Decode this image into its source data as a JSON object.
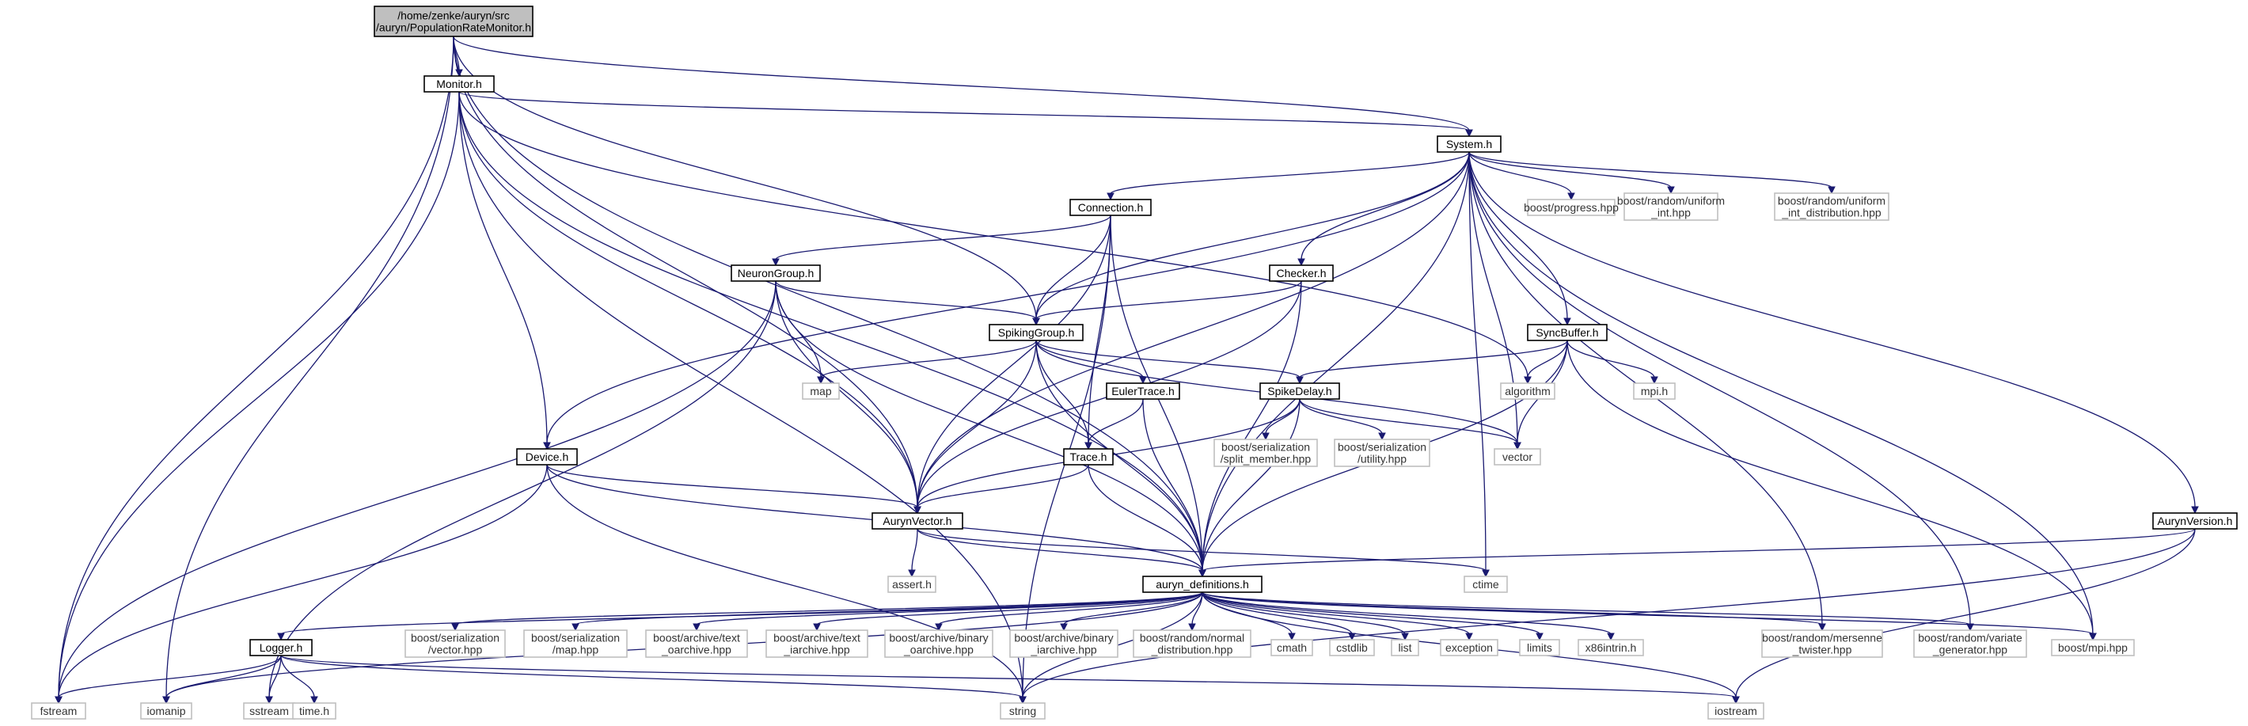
{
  "graph": {
    "nodes": [
      {
        "id": "root",
        "lines": [
          "/home/zenke/auryn/src",
          "/auryn/PopulationRateMonitor.h"
        ],
        "kind": "root"
      },
      {
        "id": "monitor",
        "lines": [
          "Monitor.h"
        ],
        "kind": "local"
      },
      {
        "id": "system",
        "lines": [
          "System.h"
        ],
        "kind": "local"
      },
      {
        "id": "connection",
        "lines": [
          "Connection.h"
        ],
        "kind": "local"
      },
      {
        "id": "neurongroup",
        "lines": [
          "NeuronGroup.h"
        ],
        "kind": "local"
      },
      {
        "id": "checker",
        "lines": [
          "Checker.h"
        ],
        "kind": "local"
      },
      {
        "id": "spikinggroup",
        "lines": [
          "SpikingGroup.h"
        ],
        "kind": "local"
      },
      {
        "id": "eulertrace",
        "lines": [
          "EulerTrace.h"
        ],
        "kind": "local"
      },
      {
        "id": "spikedelay",
        "lines": [
          "SpikeDelay.h"
        ],
        "kind": "local"
      },
      {
        "id": "syncbuffer",
        "lines": [
          "SyncBuffer.h"
        ],
        "kind": "local"
      },
      {
        "id": "device",
        "lines": [
          "Device.h"
        ],
        "kind": "local"
      },
      {
        "id": "trace",
        "lines": [
          "Trace.h"
        ],
        "kind": "local"
      },
      {
        "id": "aurynvector",
        "lines": [
          "AurynVector.h"
        ],
        "kind": "local"
      },
      {
        "id": "aurynversion",
        "lines": [
          "AurynVersion.h"
        ],
        "kind": "local"
      },
      {
        "id": "defs",
        "lines": [
          "auryn_definitions.h"
        ],
        "kind": "local"
      },
      {
        "id": "logger",
        "lines": [
          "Logger.h"
        ],
        "kind": "local"
      },
      {
        "id": "progress",
        "lines": [
          "boost/progress.hpp"
        ],
        "kind": "ext"
      },
      {
        "id": "uniform_int",
        "lines": [
          "boost/random/uniform",
          "_int.hpp"
        ],
        "kind": "ext"
      },
      {
        "id": "uniform_int_dist",
        "lines": [
          "boost/random/uniform",
          "_int_distribution.hpp"
        ],
        "kind": "ext"
      },
      {
        "id": "map",
        "lines": [
          "map"
        ],
        "kind": "ext"
      },
      {
        "id": "algorithm",
        "lines": [
          "algorithm"
        ],
        "kind": "ext"
      },
      {
        "id": "mpi_h",
        "lines": [
          "mpi.h"
        ],
        "kind": "ext"
      },
      {
        "id": "split_member",
        "lines": [
          "boost/serialization",
          "/split_member.hpp"
        ],
        "kind": "ext"
      },
      {
        "id": "utility",
        "lines": [
          "boost/serialization",
          "/utility.hpp"
        ],
        "kind": "ext"
      },
      {
        "id": "vector",
        "lines": [
          "vector"
        ],
        "kind": "ext"
      },
      {
        "id": "assert",
        "lines": [
          "assert.h"
        ],
        "kind": "ext"
      },
      {
        "id": "ctime",
        "lines": [
          "ctime"
        ],
        "kind": "ext"
      },
      {
        "id": "ser_vector",
        "lines": [
          "boost/serialization",
          "/vector.hpp"
        ],
        "kind": "ext"
      },
      {
        "id": "ser_map",
        "lines": [
          "boost/serialization",
          "/map.hpp"
        ],
        "kind": "ext"
      },
      {
        "id": "text_oarchive",
        "lines": [
          "boost/archive/text",
          "_oarchive.hpp"
        ],
        "kind": "ext"
      },
      {
        "id": "text_iarchive",
        "lines": [
          "boost/archive/text",
          "_iarchive.hpp"
        ],
        "kind": "ext"
      },
      {
        "id": "binary_oarchive",
        "lines": [
          "boost/archive/binary",
          "_oarchive.hpp"
        ],
        "kind": "ext"
      },
      {
        "id": "binary_iarchive",
        "lines": [
          "boost/archive/binary",
          "_iarchive.hpp"
        ],
        "kind": "ext"
      },
      {
        "id": "normal_dist",
        "lines": [
          "boost/random/normal",
          "_distribution.hpp"
        ],
        "kind": "ext"
      },
      {
        "id": "cmath",
        "lines": [
          "cmath"
        ],
        "kind": "ext"
      },
      {
        "id": "cstdlib",
        "lines": [
          "cstdlib"
        ],
        "kind": "ext"
      },
      {
        "id": "list",
        "lines": [
          "list"
        ],
        "kind": "ext"
      },
      {
        "id": "exception",
        "lines": [
          "exception"
        ],
        "kind": "ext"
      },
      {
        "id": "limits",
        "lines": [
          "limits"
        ],
        "kind": "ext"
      },
      {
        "id": "x86intrin",
        "lines": [
          "x86intrin.h"
        ],
        "kind": "ext"
      },
      {
        "id": "mersenne",
        "lines": [
          "boost/random/mersenne",
          "_twister.hpp"
        ],
        "kind": "ext"
      },
      {
        "id": "variate",
        "lines": [
          "boost/random/variate",
          "_generator.hpp"
        ],
        "kind": "ext"
      },
      {
        "id": "boost_mpi",
        "lines": [
          "boost/mpi.hpp"
        ],
        "kind": "ext"
      },
      {
        "id": "fstream",
        "lines": [
          "fstream"
        ],
        "kind": "ext"
      },
      {
        "id": "iomanip",
        "lines": [
          "iomanip"
        ],
        "kind": "ext"
      },
      {
        "id": "sstream",
        "lines": [
          "sstream"
        ],
        "kind": "ext"
      },
      {
        "id": "time_h",
        "lines": [
          "time.h"
        ],
        "kind": "ext"
      },
      {
        "id": "string",
        "lines": [
          "string"
        ],
        "kind": "ext"
      },
      {
        "id": "iostream",
        "lines": [
          "iostream"
        ],
        "kind": "ext"
      }
    ],
    "edges": [
      [
        "root",
        "monitor"
      ],
      [
        "root",
        "system"
      ],
      [
        "root",
        "spikinggroup"
      ],
      [
        "root",
        "aurynvector"
      ],
      [
        "root",
        "defs"
      ],
      [
        "root",
        "fstream"
      ],
      [
        "root",
        "iomanip"
      ],
      [
        "monitor",
        "system"
      ],
      [
        "monitor",
        "device"
      ],
      [
        "monitor",
        "aurynvector"
      ],
      [
        "monitor",
        "defs"
      ],
      [
        "monitor",
        "algorithm"
      ],
      [
        "monitor",
        "fstream"
      ],
      [
        "monitor",
        "string"
      ],
      [
        "system",
        "connection"
      ],
      [
        "system",
        "checker"
      ],
      [
        "system",
        "spikinggroup"
      ],
      [
        "system",
        "syncbuffer"
      ],
      [
        "system",
        "device"
      ],
      [
        "system",
        "aurynvector"
      ],
      [
        "system",
        "defs"
      ],
      [
        "system",
        "aurynversion"
      ],
      [
        "system",
        "progress"
      ],
      [
        "system",
        "uniform_int"
      ],
      [
        "system",
        "uniform_int_dist"
      ],
      [
        "system",
        "vector"
      ],
      [
        "system",
        "ctime"
      ],
      [
        "system",
        "mersenne"
      ],
      [
        "system",
        "variate"
      ],
      [
        "system",
        "boost_mpi"
      ],
      [
        "connection",
        "neurongroup"
      ],
      [
        "connection",
        "spikinggroup"
      ],
      [
        "connection",
        "trace"
      ],
      [
        "connection",
        "aurynvector"
      ],
      [
        "connection",
        "defs"
      ],
      [
        "connection",
        "string"
      ],
      [
        "neurongroup",
        "spikinggroup"
      ],
      [
        "neurongroup",
        "aurynvector"
      ],
      [
        "neurongroup",
        "defs"
      ],
      [
        "neurongroup",
        "map"
      ],
      [
        "neurongroup",
        "fstream"
      ],
      [
        "neurongroup",
        "sstream"
      ],
      [
        "checker",
        "spikinggroup"
      ],
      [
        "checker",
        "aurynvector"
      ],
      [
        "checker",
        "defs"
      ],
      [
        "spikinggroup",
        "eulertrace"
      ],
      [
        "spikinggroup",
        "spikedelay"
      ],
      [
        "spikinggroup",
        "trace"
      ],
      [
        "spikinggroup",
        "aurynvector"
      ],
      [
        "spikinggroup",
        "defs"
      ],
      [
        "spikinggroup",
        "map"
      ],
      [
        "spikinggroup",
        "vector"
      ],
      [
        "eulertrace",
        "trace"
      ],
      [
        "eulertrace",
        "defs"
      ],
      [
        "spikedelay",
        "aurynvector"
      ],
      [
        "spikedelay",
        "defs"
      ],
      [
        "spikedelay",
        "split_member"
      ],
      [
        "spikedelay",
        "utility"
      ],
      [
        "spikedelay",
        "vector"
      ],
      [
        "syncbuffer",
        "spikedelay"
      ],
      [
        "syncbuffer",
        "defs"
      ],
      [
        "syncbuffer",
        "algorithm"
      ],
      [
        "syncbuffer",
        "mpi_h"
      ],
      [
        "syncbuffer",
        "vector"
      ],
      [
        "syncbuffer",
        "boost_mpi"
      ],
      [
        "device",
        "aurynvector"
      ],
      [
        "device",
        "defs"
      ],
      [
        "device",
        "fstream"
      ],
      [
        "device",
        "string"
      ],
      [
        "trace",
        "aurynvector"
      ],
      [
        "trace",
        "defs"
      ],
      [
        "aurynvector",
        "defs"
      ],
      [
        "aurynvector",
        "assert"
      ],
      [
        "aurynvector",
        "ctime"
      ],
      [
        "aurynversion",
        "defs"
      ],
      [
        "aurynversion",
        "string"
      ],
      [
        "aurynversion",
        "iostream"
      ],
      [
        "defs",
        "logger"
      ],
      [
        "defs",
        "ser_vector"
      ],
      [
        "defs",
        "ser_map"
      ],
      [
        "defs",
        "text_oarchive"
      ],
      [
        "defs",
        "text_iarchive"
      ],
      [
        "defs",
        "binary_oarchive"
      ],
      [
        "defs",
        "binary_iarchive"
      ],
      [
        "defs",
        "normal_dist"
      ],
      [
        "defs",
        "cmath"
      ],
      [
        "defs",
        "cstdlib"
      ],
      [
        "defs",
        "list"
      ],
      [
        "defs",
        "exception"
      ],
      [
        "defs",
        "limits"
      ],
      [
        "defs",
        "x86intrin"
      ],
      [
        "defs",
        "mersenne"
      ],
      [
        "defs",
        "variate"
      ],
      [
        "defs",
        "boost_mpi"
      ],
      [
        "defs",
        "iomanip"
      ],
      [
        "defs",
        "string"
      ],
      [
        "defs",
        "iostream"
      ],
      [
        "logger",
        "fstream"
      ],
      [
        "logger",
        "iomanip"
      ],
      [
        "logger",
        "sstream"
      ],
      [
        "logger",
        "time_h"
      ],
      [
        "logger",
        "string"
      ],
      [
        "logger",
        "iostream"
      ]
    ]
  }
}
